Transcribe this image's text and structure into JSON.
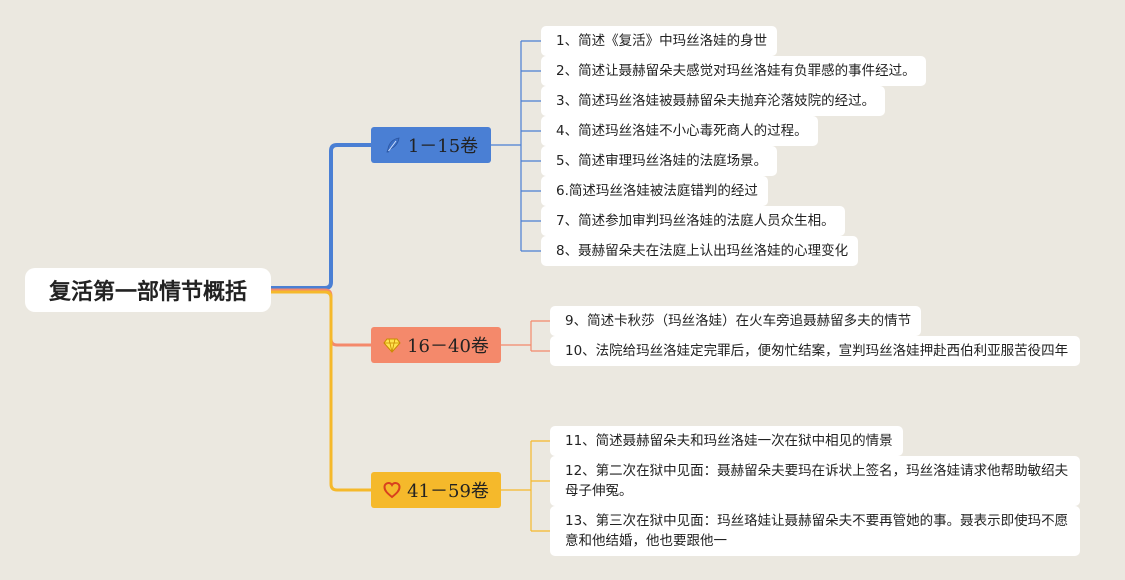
{
  "root": {
    "label": "复活第一部情节概括"
  },
  "colors": {
    "background": "#ebe8e0",
    "branch1": "#4a7fd4",
    "branch2": "#f4896b",
    "branch3": "#f5b92b"
  },
  "branches": [
    {
      "label": "1－15卷",
      "icon": "feather-icon",
      "color": "#4a7fd4",
      "leaves": [
        "1、简述《复活》中玛丝洛娃的身世",
        "2、简述让聂赫留朵夫感觉对玛丝洛娃有负罪感的事件经过。",
        "3、简述玛丝洛娃被聂赫留朵夫抛弃沦落妓院的经过。",
        "4、简述玛丝洛娃不小心毒死商人的过程。",
        "5、简述审理玛丝洛娃的法庭场景。",
        "6.简述玛丝洛娃被法庭错判的经过",
        "7、简述参加审判玛丝洛娃的法庭人员众生相。",
        "8、聂赫留朵夫在法庭上认出玛丝洛娃的心理变化"
      ]
    },
    {
      "label": "16－40卷",
      "icon": "diamond-icon",
      "color": "#f4896b",
      "leaves": [
        "9、简述卡秋莎（玛丝洛娃）在火车旁追聂赫留多夫的情节",
        "10、法院给玛丝洛娃定完罪后，便匆忙结案，宣判玛丝洛娃押赴西伯利亚服苦役四年"
      ]
    },
    {
      "label": "41－59卷",
      "icon": "heart-icon",
      "color": "#f5b92b",
      "leaves": [
        "11、简述聂赫留朵夫和玛丝洛娃一次在狱中相见的情景",
        "12、第二次在狱中见面：聂赫留朵夫要玛在诉状上签名，玛丝洛娃请求他帮助敏绍夫母子伸冤。",
        "13、第三次在狱中见面：玛丝珞娃让聂赫留朵夫不要再管她的事。聂表示即使玛不愿意和他结婚，他也要跟他一"
      ]
    }
  ]
}
